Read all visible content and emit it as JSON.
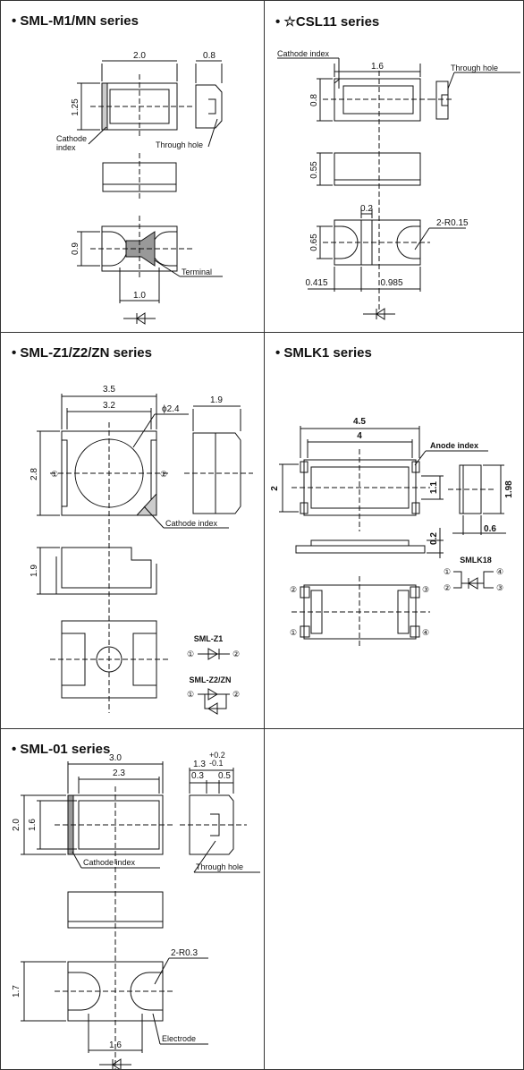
{
  "panels": {
    "m1": {
      "title": "• SML-M1/MN series",
      "dims": {
        "width": "2.0",
        "side": "0.8",
        "height": "1.25",
        "pad_h": "0.9",
        "pad_w": "1.0"
      },
      "labels": {
        "cathode_1": "Cathode",
        "cathode_2": "index",
        "through_hole": "Through hole",
        "terminal": "Terminal"
      }
    },
    "csl": {
      "title": "• ☆CSL11 series",
      "dims": {
        "width": "1.6",
        "height": "0.8",
        "thickness": "0.55",
        "gap": "0.2",
        "radius": "2-R0.15",
        "pad_h": "0.65",
        "left": "0.415",
        "right": "0.985"
      },
      "labels": {
        "cathode_index": "Cathode index",
        "through_hole": "Through hole"
      }
    },
    "z1": {
      "title": "• SML-Z1/Z2/ZN series",
      "dims": {
        "outer_w": "3.5",
        "inner_w": "3.2",
        "dia": "ϕ2.4",
        "side": "1.9",
        "height": "2.8",
        "thickness": "1.9"
      },
      "labels": {
        "cathode_index": "Cathode index",
        "pin1": "①",
        "pin2": "②",
        "sml_z1": "SML-Z1",
        "sml_z2zn": "SML-Z2/ZN"
      }
    },
    "smlk1": {
      "title": "• SMLK1 series",
      "dims": {
        "outer_w": "4.5",
        "inner_w": "4",
        "height": "2",
        "body_h": "1.1",
        "side_h": "1.98",
        "side_w": "0.6",
        "thickness": "0.2"
      },
      "labels": {
        "anode_index": "Anode index",
        "smlk18": "SMLK18",
        "pin1": "①",
        "pin2": "②",
        "pin3": "③",
        "pin4": "④"
      }
    },
    "sml01": {
      "title": "• SML-01 series",
      "dims": {
        "width": "3.0",
        "inner_w": "2.3",
        "side": "1.3",
        "tol_plus": "+0.2",
        "tol_minus": "-0.1",
        "s1": "0.3",
        "s2": "0.5",
        "height": "2.0",
        "inner_h": "1.6",
        "radius": "2-R0.3",
        "pad_h": "1.7",
        "pad_w": "1.6"
      },
      "labels": {
        "cathode_index": "Cathode index",
        "through_hole": "Through hole",
        "electrode": "Electrode"
      }
    }
  }
}
